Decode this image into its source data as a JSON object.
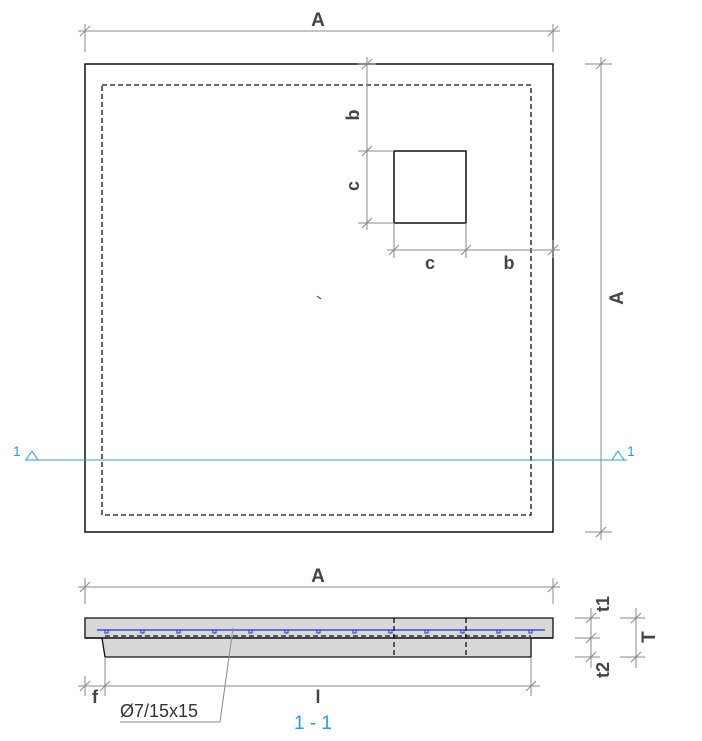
{
  "plan": {
    "dim_top": "A",
    "dim_right": "A",
    "dim_b_vertical": "b",
    "dim_c_vertical": "c",
    "dim_c_horizontal": "c",
    "dim_b_horizontal": "b"
  },
  "section_marker": {
    "left_label": "1",
    "right_label": "1"
  },
  "section": {
    "dim_top": "A",
    "dim_t1": "t1",
    "dim_t2": "t2",
    "dim_T": "T",
    "dim_f": "f",
    "dim_l": "l",
    "rebar_note": "Ø7/15x15",
    "title": "1 - 1"
  },
  "colors": {
    "section_line": "#2f9bde",
    "rebar": "#2233cc",
    "concrete_fill": "#d8d8d8"
  }
}
